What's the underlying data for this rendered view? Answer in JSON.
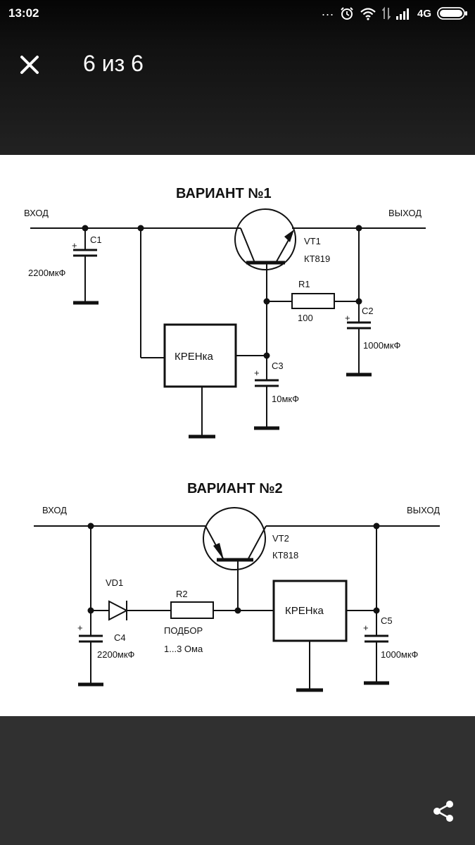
{
  "status_bar": {
    "time": "13:02",
    "dots": "...",
    "network": "4G",
    "icons": [
      "alarm-icon",
      "wifi-icon",
      "data-arrows-icon",
      "signal-icon",
      "battery-icon"
    ]
  },
  "toolbar": {
    "close_icon": "close-icon",
    "title": "6 из 6"
  },
  "viewer": {
    "share_icon": "share-icon"
  },
  "schematic": {
    "variant1": {
      "heading": "ВАРИАНТ №1",
      "input_label": "ВХОД",
      "output_label": "ВЫХОД",
      "c1_name": "C1",
      "c1_value": "2200мкФ",
      "transistor_name": "VT1",
      "transistor_model": "КТ819",
      "r1_name": "R1",
      "r1_value": "100",
      "c2_name": "C2",
      "c2_value": "1000мкФ",
      "regulator": "КРЕНка",
      "c3_name": "C3",
      "c3_value": "10мкФ",
      "plus": "+"
    },
    "variant2": {
      "heading": "ВАРИАНТ №2",
      "input_label": "ВХОД",
      "output_label": "ВЫХОД",
      "transistor_name": "VT2",
      "transistor_model": "КТ818",
      "diode_name": "VD1",
      "r2_name": "R2",
      "r2_value_line1": "ПОДБОР",
      "r2_value_line2": "1...3 Ома",
      "c4_name": "C4",
      "c4_value": "2200мкФ",
      "regulator": "КРЕНка",
      "c5_name": "C5",
      "c5_value": "1000мкФ",
      "plus": "+"
    }
  }
}
